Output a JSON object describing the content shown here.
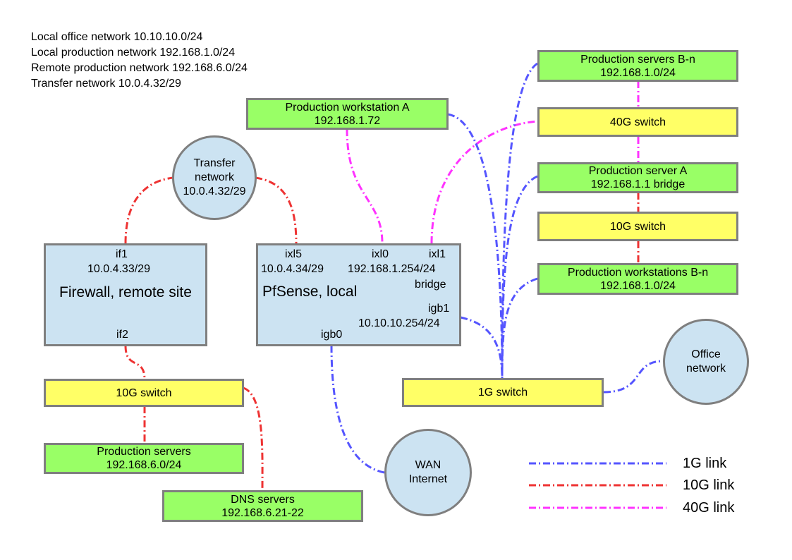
{
  "header_lines": [
    "Local office network 10.10.10.0/24",
    "Local production network 192.168.1.0/24",
    "Remote production network 192.168.6.0/24",
    "Transfer network 10.0.4.32/29"
  ],
  "colors": {
    "link_1g": "#5555ff",
    "link_10g": "#ee3333",
    "link_40g": "#ff33ff",
    "green_box": "#99ff66",
    "yellow_box": "#ffff66",
    "router_box": "#cce3f2"
  },
  "nodes": {
    "transfer": [
      "Transfer",
      "network",
      "10.0.4.32/29"
    ],
    "office": [
      "Office",
      "network"
    ],
    "wan": [
      "WAN",
      "Internet"
    ],
    "firewall": {
      "if1": "if1",
      "if1_ip": "10.0.4.33/29",
      "title": "Firewall, remote site",
      "if2": "if2"
    },
    "pfsense": {
      "title": "PfSense, local",
      "ixl5": "ixl5",
      "ixl5_ip": "10.0.4.34/29",
      "ixl0": "ixl0",
      "ixl0_ip": "192.168.1.254/24",
      "ixl1": "ixl1",
      "bridge": "bridge",
      "igb1": "igb1",
      "igb1_ip": "10.10.10.254/24",
      "igb0": "igb0"
    },
    "switch_10g_left": "10G switch",
    "prod_servers_remote": [
      "Production servers",
      "192.168.6.0/24"
    ],
    "dns_servers": [
      "DNS servers",
      "192.168.6.21-22"
    ],
    "prod_workstation_a": [
      "Production workstation A",
      "192.168.1.72"
    ],
    "prod_servers_bn": [
      "Production servers B-n",
      "192.168.1.0/24"
    ],
    "switch_40g": "40G switch",
    "prod_server_a": [
      "Production server A",
      "192.168.1.1 bridge"
    ],
    "switch_10g_right": "10G switch",
    "prod_workstations_bn": [
      "Production workstations B-n",
      "192.168.1.0/24"
    ],
    "switch_1g": "1G switch"
  },
  "legend": {
    "link_1g": "1G link",
    "link_10g": "10G link",
    "link_40g": "40G link"
  }
}
